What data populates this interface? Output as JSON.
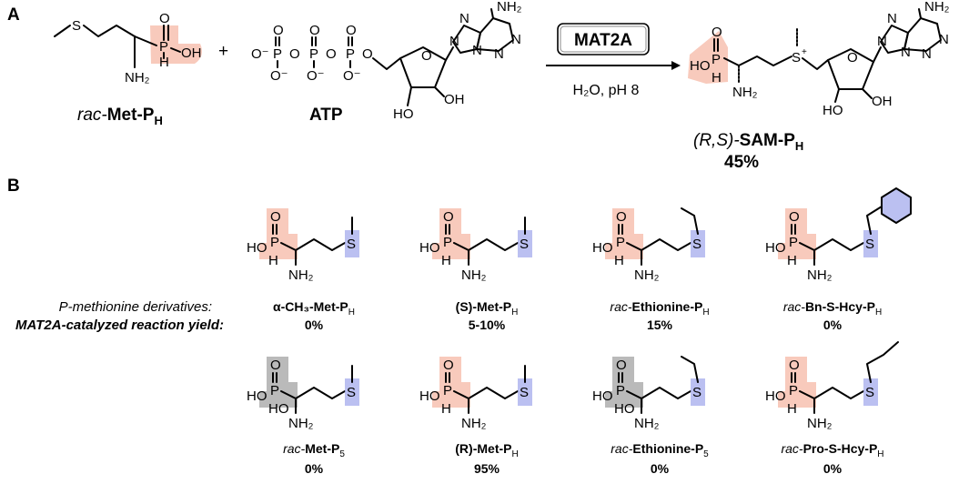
{
  "panels": {
    "a": "A",
    "b": "B"
  },
  "top": {
    "plus": "+",
    "enzyme": "MAT2A",
    "conditions": "H₂O, pH 8",
    "reactant1": {
      "prefix": "rac-",
      "name": "Met-P",
      "sub": "H"
    },
    "reactant2": {
      "name": "ATP"
    },
    "product": {
      "prefix": "(R,S)-",
      "name": "SAM-P",
      "sub": "H",
      "yield": "45%"
    }
  },
  "legend": {
    "line1": "P-methionine derivatives:",
    "line2": "MAT2A-catalyzed reaction yield:"
  },
  "compounds": [
    {
      "pre": "",
      "name": "α-CH₃-Met-P",
      "sub": "H",
      "yield": "0%"
    },
    {
      "pre": "(S)",
      "name": "-Met-P",
      "sub": "H",
      "yield": "5-10%"
    },
    {
      "pre": "rac-",
      "name": "Ethionine-P",
      "sub": "H",
      "yield": "15%"
    },
    {
      "pre": "rac-",
      "name": "Bn-S-Hcy-P",
      "sub": "H",
      "yield": "0%"
    },
    {
      "pre": "rac-",
      "name": "Met-P",
      "sub": "5",
      "yield": "0%"
    },
    {
      "pre": "(R)",
      "name": "-Met-P",
      "sub": "H",
      "yield": "95%"
    },
    {
      "pre": "rac-",
      "name": "Ethionine-P",
      "sub": "5",
      "yield": "0%"
    },
    {
      "pre": "rac-",
      "name": "Pro-S-Hcy-P",
      "sub": "H",
      "yield": "0%"
    }
  ],
  "atoms": {
    "S": "S",
    "Splus": "S",
    "plus_sign": "+",
    "O": "O",
    "OH": "OH",
    "HO": "HO",
    "H": "H",
    "P": "P",
    "NH2": "NH₂",
    "N": "N",
    "Ominus": "O⁻",
    "minus": "⁻"
  },
  "colors": {
    "phosphinate_highlight": "#f5b8a6",
    "thioether_highlight": "#aab0ee",
    "phosphonate_highlight": "#a9a9a9"
  }
}
